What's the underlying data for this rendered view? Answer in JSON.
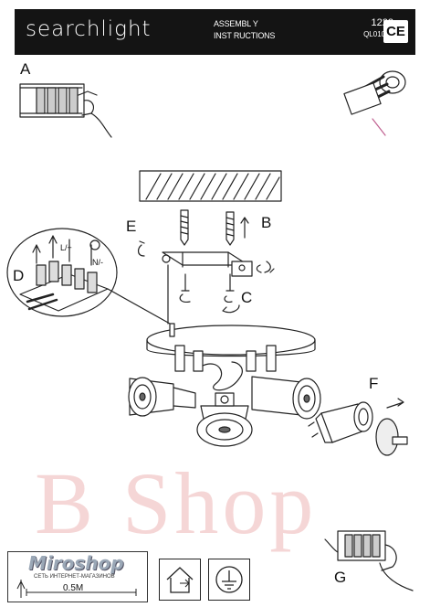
{
  "header": {
    "brand": "searchlight",
    "title_line1": "ASSEMBL Y",
    "title_line2": "INST RUCTIONS",
    "model": "1223",
    "code": "QL01094",
    "ce_mark": "CE"
  },
  "step_labels": {
    "a": "A",
    "b": "B",
    "c": "C",
    "d": "D",
    "e": "E",
    "f": "F",
    "g": "G"
  },
  "wiring": {
    "live": "L/+",
    "neutral": "N/-"
  },
  "watermark": "B Shop",
  "footer": {
    "logo": "Miroshop",
    "tagline": "СЕТЬ ИНТЕРНЕТ-МАГАЗИНОВ",
    "distance": "0.5M"
  },
  "icons": [
    "house-icon",
    "earth-ground-icon"
  ]
}
